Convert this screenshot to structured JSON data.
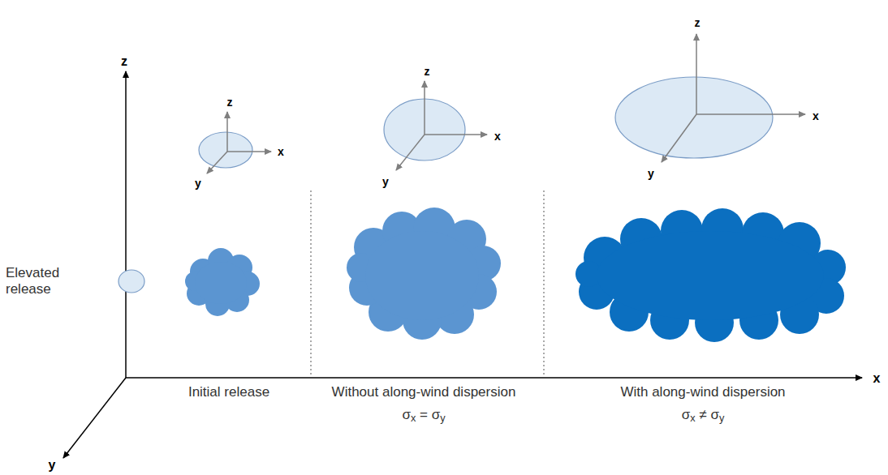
{
  "diagram": {
    "labels": [
      "z",
      "Elevated release",
      "z",
      "x",
      "y",
      "z",
      "x",
      "y",
      "z",
      "x",
      "y",
      "x",
      "y",
      "Initial release",
      "Without along-wind dispersion",
      "σx = σy",
      "With along-wind dispersion",
      "σx ≠ σy"
    ]
  }
}
